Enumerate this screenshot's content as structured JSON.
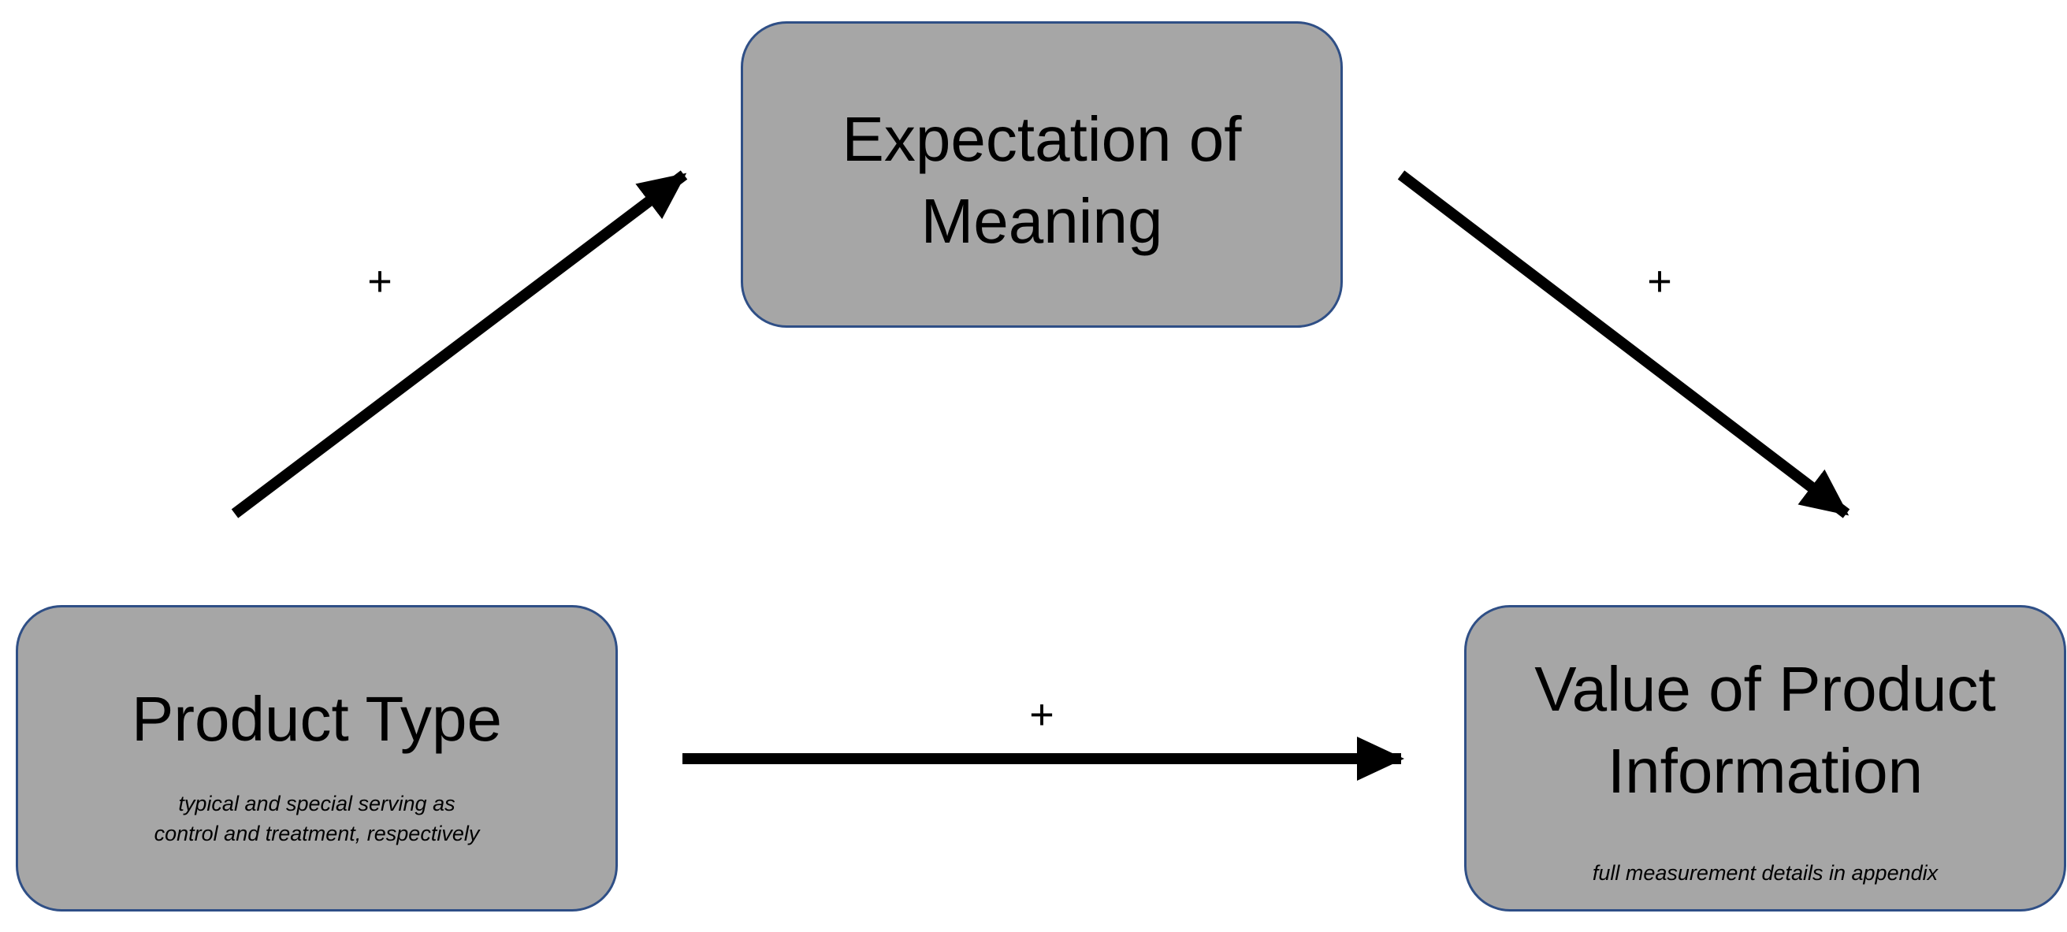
{
  "nodes": {
    "expectation": {
      "title": [
        "Expectation of",
        "Meaning"
      ]
    },
    "product_type": {
      "title": [
        "Product Type"
      ],
      "note": [
        "typical and special serving as",
        "control and treatment, respectively"
      ]
    },
    "value": {
      "title": [
        "Value of Product",
        "Information"
      ],
      "note": [
        "full measurement details in appendix"
      ]
    }
  },
  "edges": {
    "product_to_expectation": {
      "sign": "+"
    },
    "expectation_to_value": {
      "sign": "+"
    },
    "product_to_value": {
      "sign": "+"
    }
  },
  "colors": {
    "box_fill": "#a6a6a6",
    "box_border": "#2f4f86",
    "arrow": "#000000"
  }
}
